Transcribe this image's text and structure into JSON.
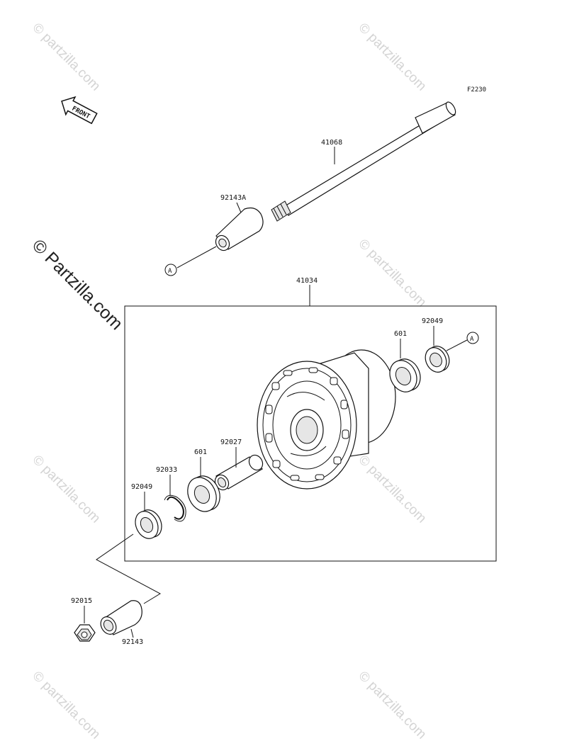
{
  "diagram_code": "F2230",
  "direction_arrow": "FRONT",
  "ref_marker": "A",
  "watermark": "© Partzilla.com",
  "watermark_small": "© partzilla.com",
  "parts": {
    "axle": "41068",
    "axle_collar_a": "92143A",
    "wheel_hub": "41034",
    "bearing_right": "601",
    "seal_right": "92049",
    "distance_collar": "92027",
    "bearing_left": "601",
    "circlip": "92033",
    "seal_left": "92049",
    "nut": "92015",
    "collar": "92143"
  },
  "icons": [
    "front-arrow-icon"
  ]
}
